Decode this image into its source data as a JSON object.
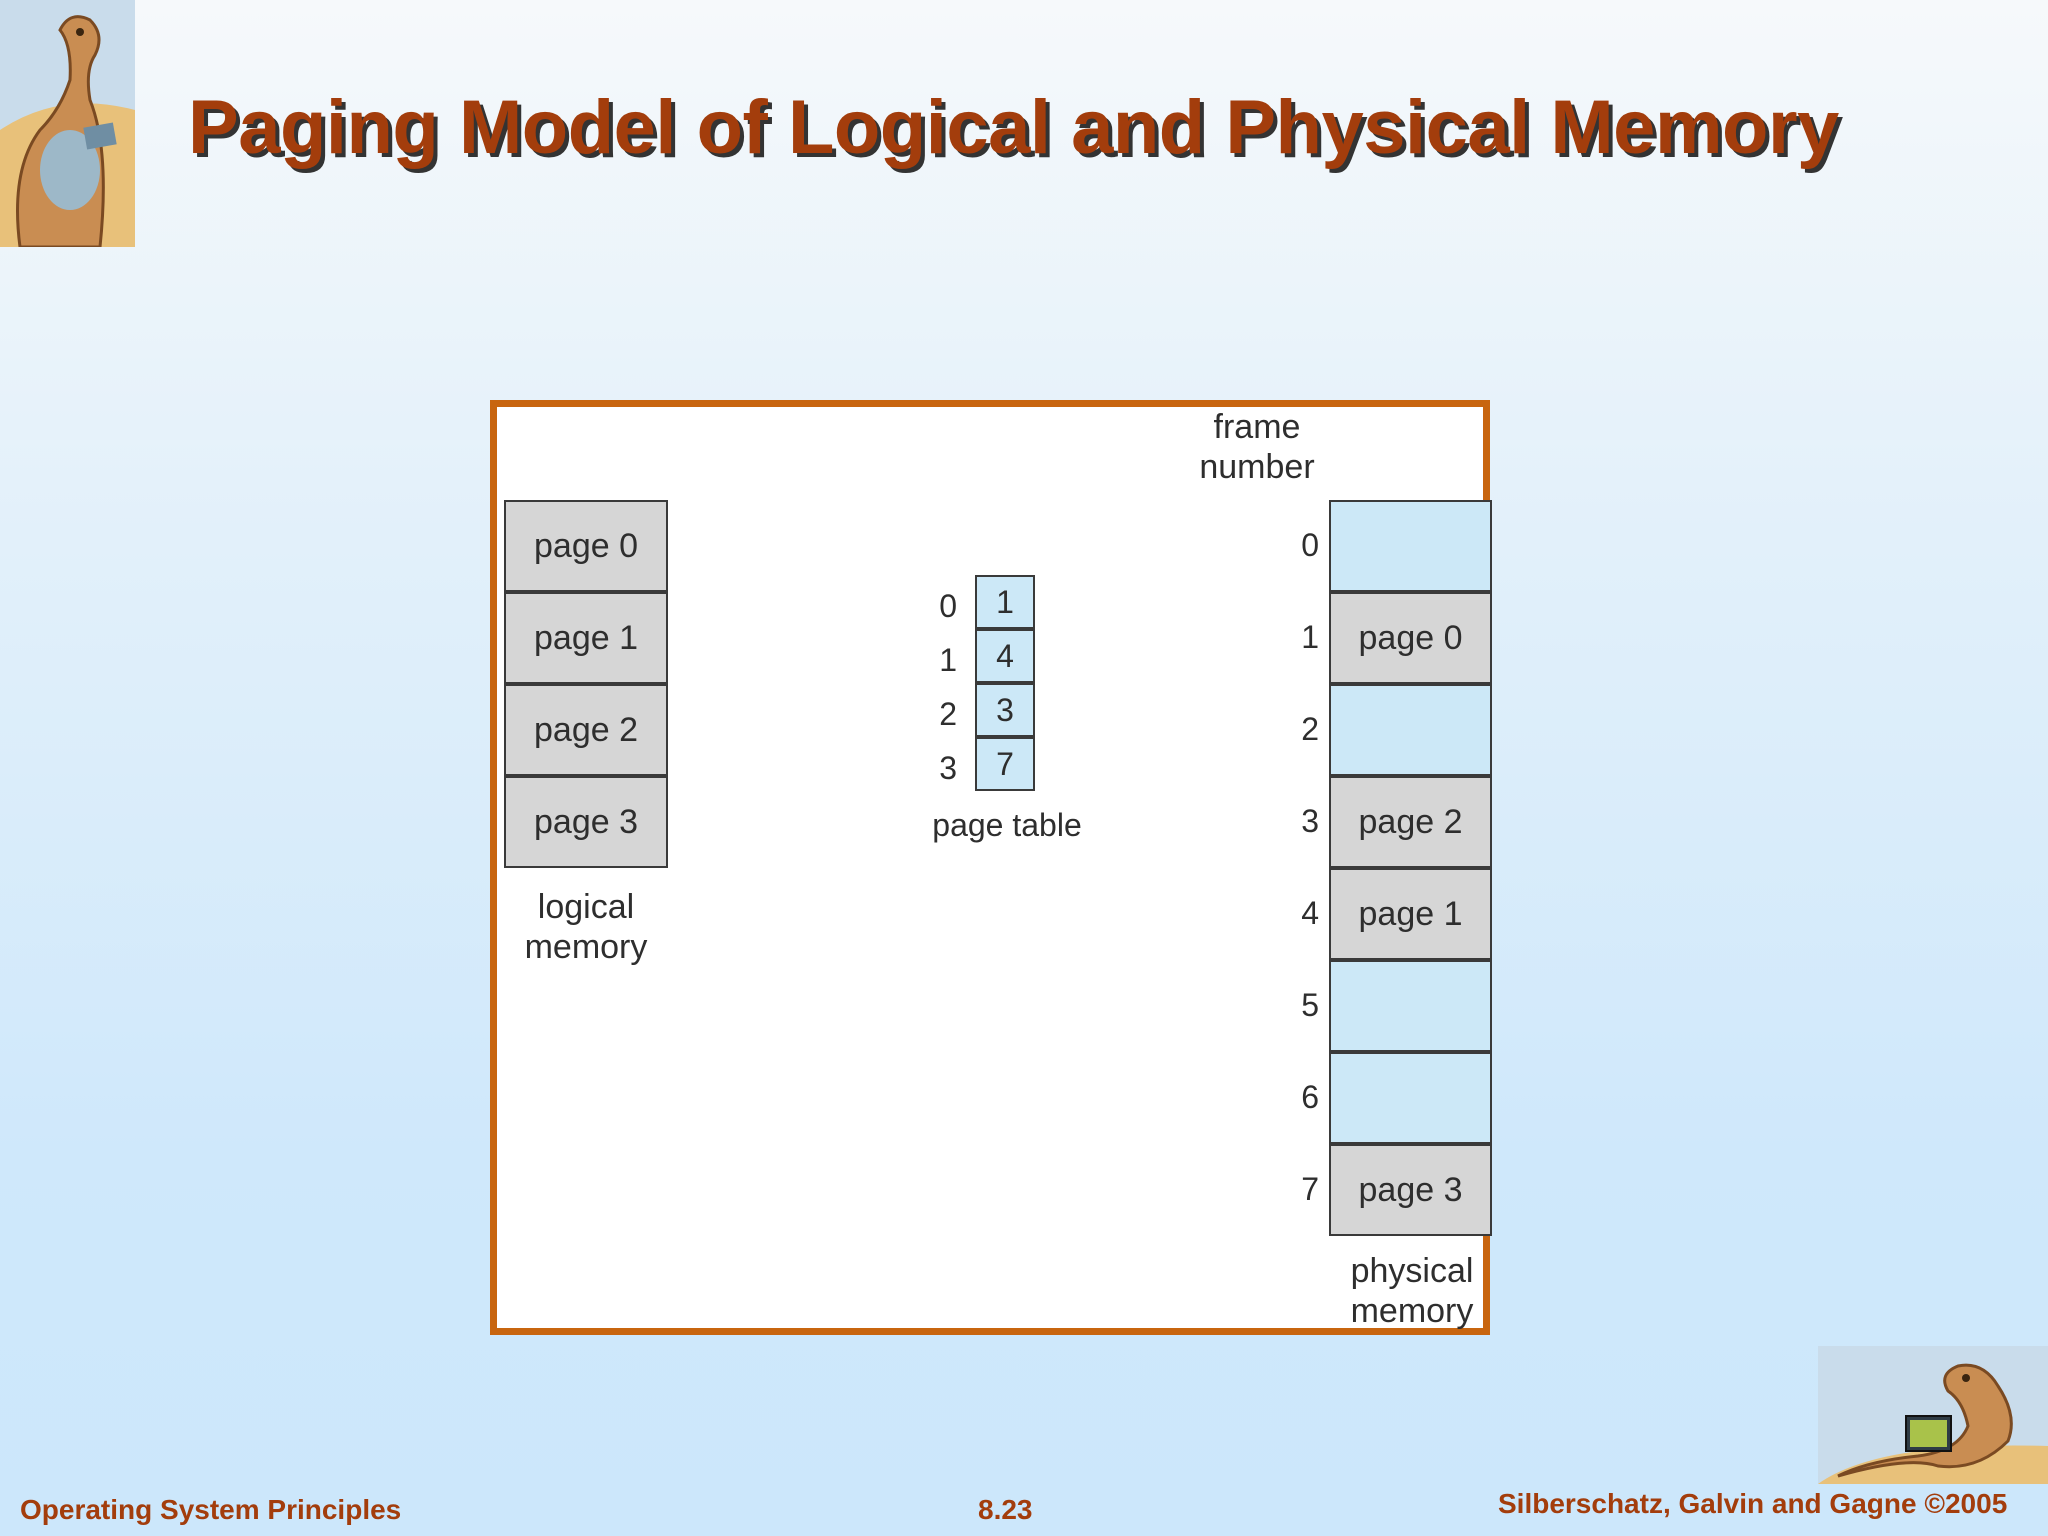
{
  "title": "Paging Model of Logical and Physical Memory",
  "diagram": {
    "logical_memory": {
      "pages": [
        "page 0",
        "page 1",
        "page 2",
        "page 3"
      ],
      "caption": "logical memory"
    },
    "page_table": {
      "indices": [
        "0",
        "1",
        "2",
        "3"
      ],
      "frames": [
        "1",
        "4",
        "3",
        "7"
      ],
      "caption": "page table"
    },
    "physical_memory": {
      "frame_number_label": "frame number",
      "frame_numbers": [
        "0",
        "1",
        "2",
        "3",
        "4",
        "5",
        "6",
        "7"
      ],
      "frames": [
        "",
        "page 0",
        "",
        "page 2",
        "page 1",
        "",
        "",
        "page 3"
      ],
      "caption": "physical memory"
    },
    "colors": {
      "occupied": "#d6d6d6",
      "free": "#cce8f7",
      "border": "#c8650f"
    }
  },
  "footer": {
    "course": "Operating System Principles",
    "slide_number": "8.23",
    "copyright": "Silberschatz, Galvin and Gagne ©2005"
  }
}
